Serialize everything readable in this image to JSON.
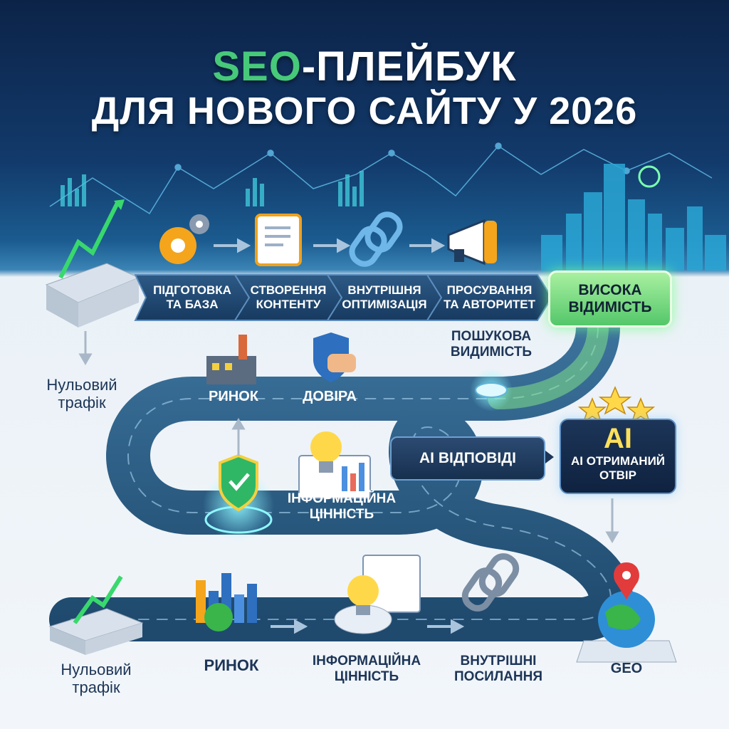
{
  "title": {
    "line1_accent": "SEO",
    "line1_rest": "-ПЛЕЙБУК",
    "line2": "ДЛЯ НОВОГО САЙТУ У 2026"
  },
  "top_steps": [
    {
      "line1": "ПІДГОТОВКА",
      "line2": "ТА БАЗА"
    },
    {
      "line1": "СТВОРЕННЯ",
      "line2": "КОНТЕНТУ"
    },
    {
      "line1": "ВНУТРІШНЯ",
      "line2": "ОПТИМІЗАЦІЯ"
    },
    {
      "line1": "ПРОСУВАННЯ",
      "line2": "ТА АВТОРИТЕТ"
    }
  ],
  "high_visibility": {
    "line1": "ВИСОКА",
    "line2": "ВІДИМІСТЬ"
  },
  "search_visibility": {
    "line1": "ПОШУКОВА",
    "line2": "ВИДИМІСТЬ"
  },
  "zero_traffic_top": {
    "line1": "Нульовий",
    "line2": "трафік"
  },
  "market_mid": "РИНОК",
  "trust": "ДОВІРА",
  "ai_answers": "AI ВІДПОВІДІ",
  "ai_box": {
    "logo": "AI",
    "line1": "AI ОТРИМАНИЙ",
    "line2": "ОТВІР"
  },
  "info_value_mid": {
    "line1": "ІНФОРМАЦІЙНА",
    "line2": "ЦІННІСТЬ"
  },
  "bottom": {
    "zero_traffic": {
      "line1": "Нульовий",
      "line2": "трафік"
    },
    "market": "РИНОК",
    "info_value": {
      "line1": "ІНФОРМАЦІЙНА",
      "line2": "ЦІННІСТЬ"
    },
    "internal_links": {
      "line1": "ВНУТРІШНІ",
      "line2": "ПОСИЛАННЯ"
    },
    "geo": "GEO"
  },
  "icons": [
    "gear-icon",
    "notepad-icon",
    "chain-link-icon",
    "megaphone-icon",
    "factory-icon",
    "shield-thumbs-up-icon",
    "lightbulb-icon",
    "shield-check-icon",
    "bar-chart-icon",
    "globe-pin-icon",
    "stars-icon",
    "rising-chart-icon"
  ],
  "colors": {
    "accent_green": "#47c97a",
    "road": "#2f5f86",
    "navy": "#0c2348"
  }
}
